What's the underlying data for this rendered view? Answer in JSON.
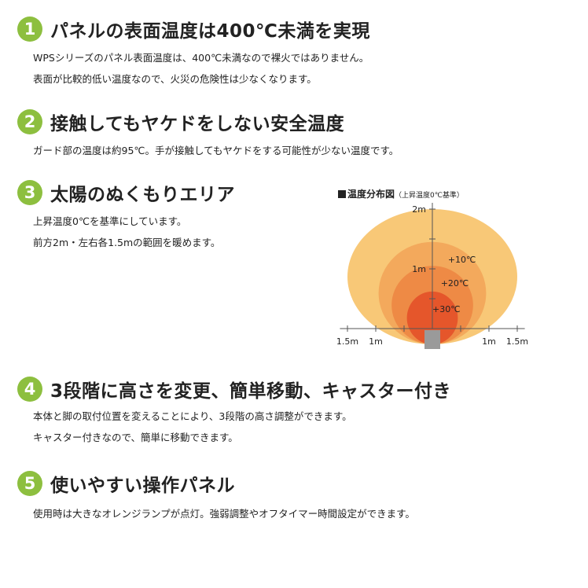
{
  "features": [
    {
      "number": "1",
      "title": "パネルの表面温度は400℃未満を実現",
      "lines": [
        "WPSシリーズのパネル表面温度は、400℃未満なので裸火ではありません。",
        "表面が比較的低い温度なので、火災の危険性は少なくなります。"
      ]
    },
    {
      "number": "2",
      "title": "接触してもヤケドをしない安全温度",
      "lines": [
        "ガード部の温度は約95℃。手が接触してもヤケドをする可能性が少ない温度です。"
      ]
    },
    {
      "number": "3",
      "title": "太陽のぬくもりエリア",
      "lines": [
        "上昇温度0℃を基準にしています。",
        "前方2m・左右各1.5mの範囲を暖めます。"
      ]
    },
    {
      "number": "4",
      "title": "3段階に高さを変更、簡単移動、キャスター付き",
      "lines": [
        "本体と脚の取付位置を変えることにより、3段階の高さ調整ができます。",
        "キャスター付きなので、簡単に移動できます。"
      ]
    },
    {
      "number": "5",
      "title": "使いやすい操作パネル",
      "lines": [
        "使用時は大きなオレンジランプが点灯。強弱調整やオフタイマー時間設定ができます。"
      ]
    }
  ],
  "chart_data": {
    "type": "heatmap",
    "title": "温度分布図",
    "subtitle": "（上昇温度0℃基準）",
    "x_ticks": [
      {
        "value": -1.5,
        "label": "1.5m"
      },
      {
        "value": -1.0,
        "label": "1m"
      },
      {
        "value": 1.0,
        "label": "1m"
      },
      {
        "value": 1.5,
        "label": "1.5m"
      }
    ],
    "y_ticks": [
      {
        "value": 1.0,
        "label": "1m"
      },
      {
        "value": 2.0,
        "label": "2m"
      }
    ],
    "zones": [
      {
        "label": "",
        "reach_forward_m": 2.0,
        "reach_side_m": 1.5,
        "color": "#f8c877"
      },
      {
        "label": "+10℃",
        "reach_forward_m": 1.45,
        "reach_side_m": 0.95,
        "color": "#f3a95c"
      },
      {
        "label": "+20℃",
        "reach_forward_m": 1.05,
        "reach_side_m": 0.72,
        "color": "#ee8a45"
      },
      {
        "label": "+30℃",
        "reach_forward_m": 0.62,
        "reach_side_m": 0.45,
        "color": "#e5562b"
      }
    ],
    "colors": {
      "badge": "#8dbf3f",
      "heater": "#9a9a9a"
    }
  }
}
